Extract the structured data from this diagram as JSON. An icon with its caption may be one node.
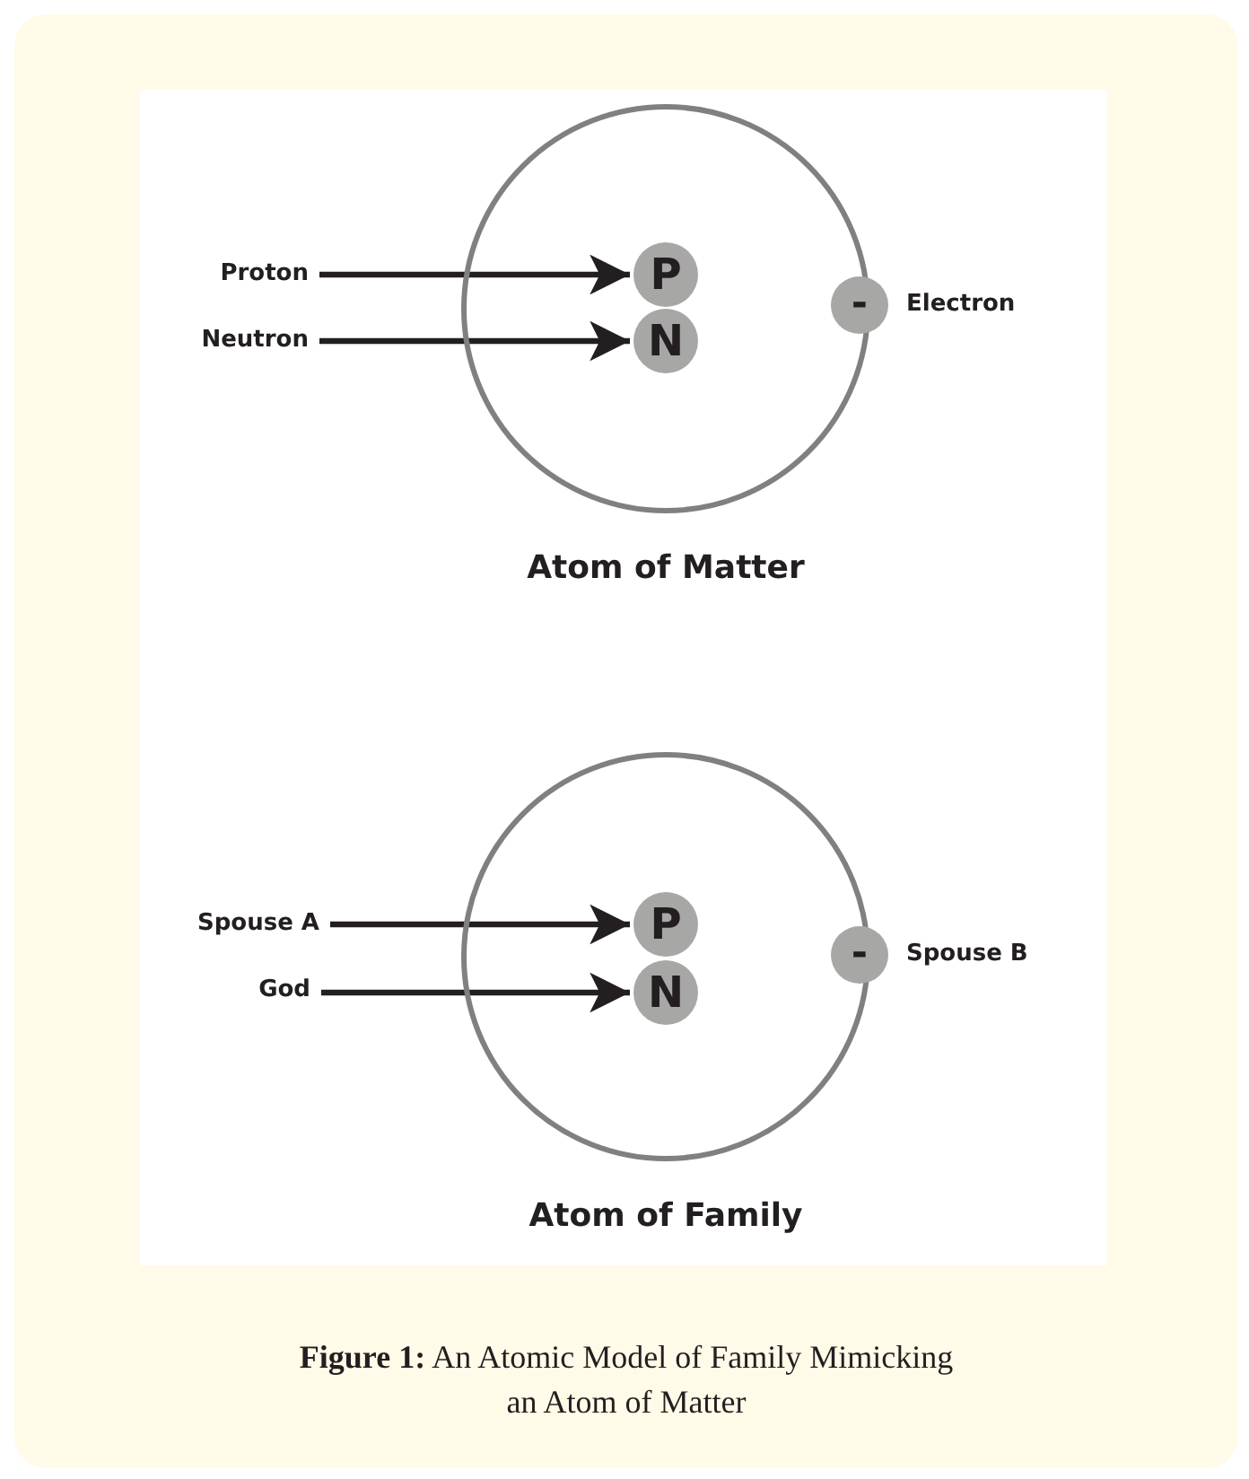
{
  "diagram": {
    "caption": "**Figure 1:** An Atomic Model of Family Mimicking an Atom of Matter",
    "nodes": [
      {
        "text": [
          "Atom of Matter"
        ]
      },
      {
        "text": [
          "Proton"
        ]
      },
      {
        "text": [
          "P"
        ],
        "in": 0
      },
      {
        "text": [
          "Neutron"
        ]
      },
      {
        "text": [
          "N"
        ],
        "in": 0
      },
      {
        "text": [
          "-"
        ],
        "beside": [
          "Electron"
        ]
      },
      {
        "text": [
          "Atom of Family"
        ]
      },
      {
        "text": [
          "Spouse A"
        ]
      },
      {
        "text": [
          "P"
        ],
        "in": 6
      },
      {
        "text": [
          "God"
        ]
      },
      {
        "text": [
          "N"
        ],
        "in": 6
      },
      {
        "text": [
          "-"
        ],
        "beside": [
          "Spouse B"
        ]
      }
    ],
    "edges": [
      {
        "from": 1,
        "to": 2,
        "arrow": "to"
      },
      {
        "from": 3,
        "to": 4,
        "arrow": "to"
      },
      {
        "from": 7,
        "to": 8,
        "arrow": "to"
      },
      {
        "from": 9,
        "to": 10,
        "arrow": "to"
      }
    ]
  }
}
